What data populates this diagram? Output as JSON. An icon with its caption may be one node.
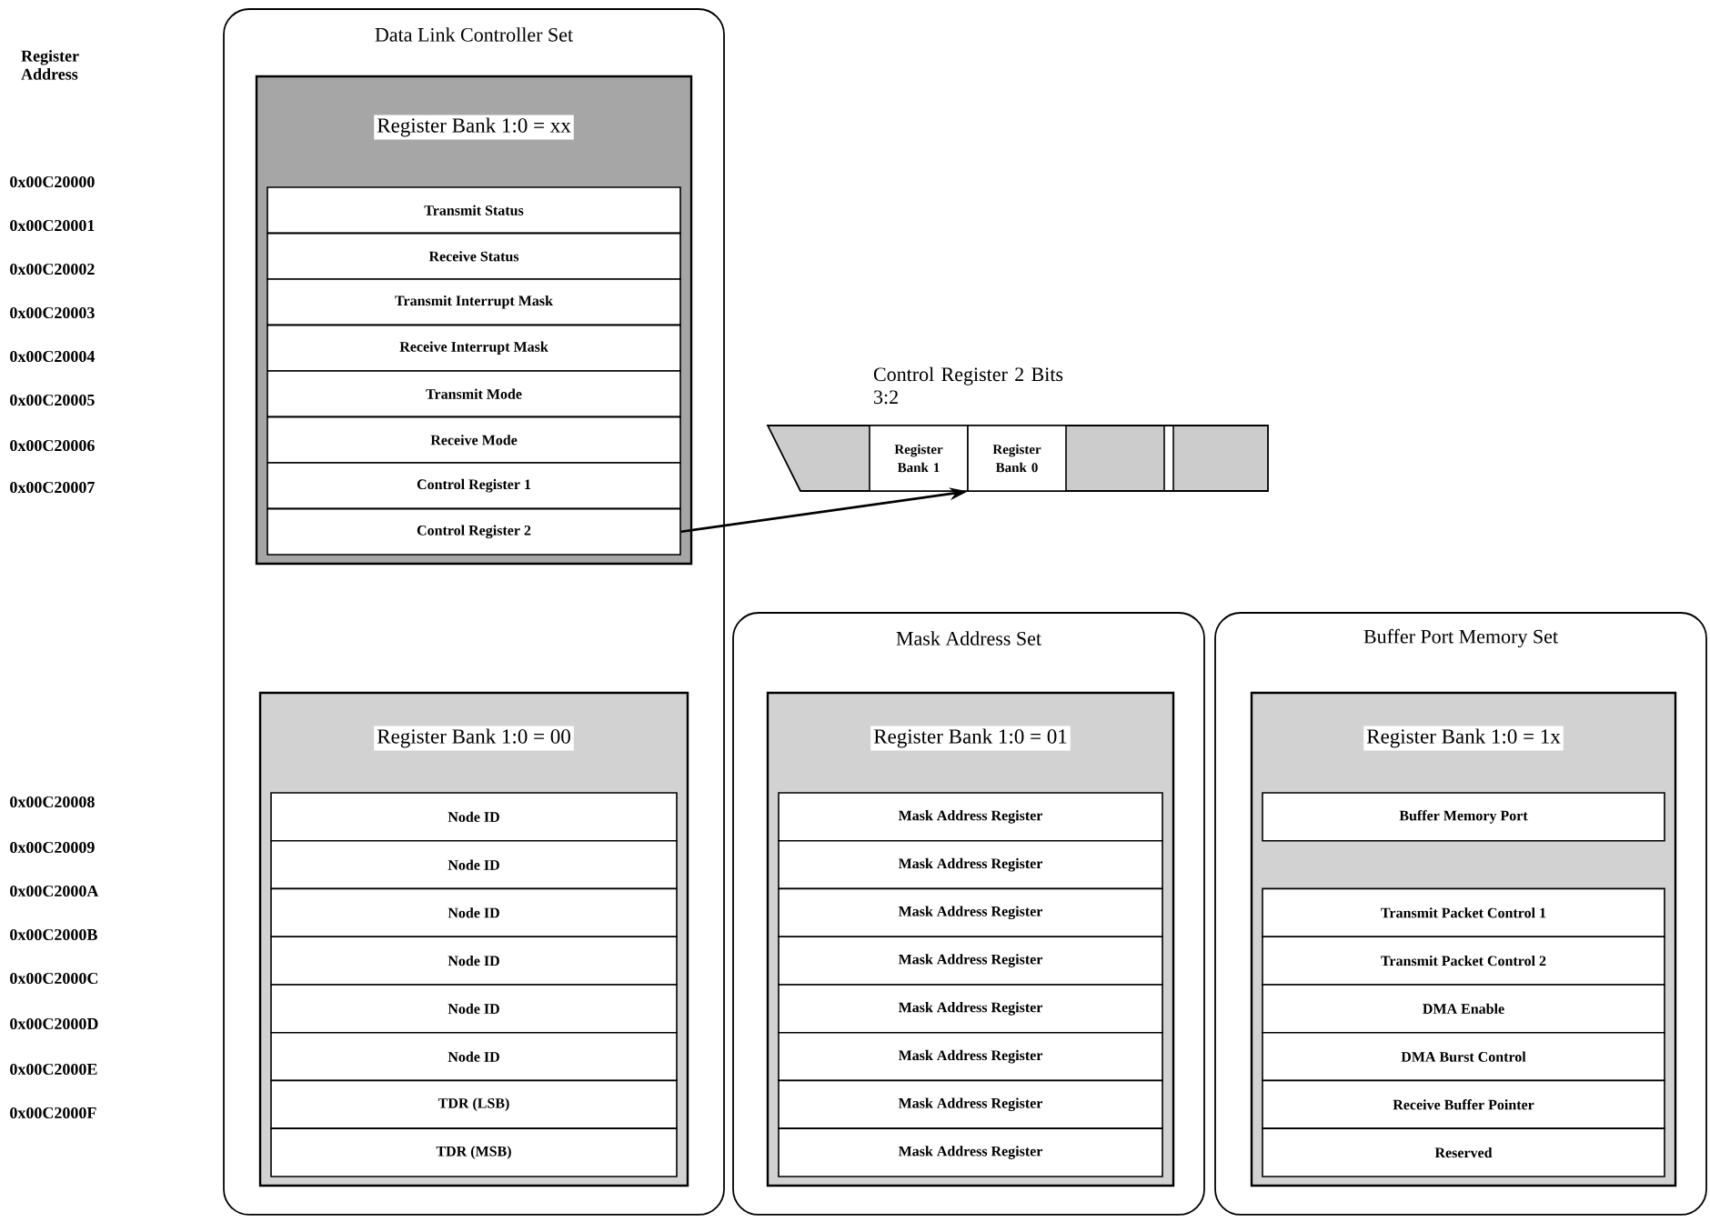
{
  "diagram": {
    "nodes": [
      {
        "text": [
          "Data Link Controller Set"
        ]
      },
      {
        "text": [
          "Register Bank 1:0 = xx"
        ],
        "in": 0
      },
      {
        "text": [
          "Transmit Status"
        ],
        "in": 1
      },
      {
        "text": [
          "Receive Status"
        ],
        "in": 1
      },
      {
        "text": [
          "Transmit Interrupt Mask"
        ],
        "in": 1
      },
      {
        "text": [
          "Receive Interrupt Mask"
        ],
        "in": 1
      },
      {
        "text": [
          "Transmit Mode"
        ],
        "in": 1
      },
      {
        "text": [
          "Receive Mode"
        ],
        "in": 1
      },
      {
        "text": [
          "Control Register 1"
        ],
        "in": 1
      },
      {
        "text": [
          "Control Register 2"
        ],
        "in": 1
      },
      {
        "text": [
          "Register Bank 1:0 = 00"
        ],
        "in": 0
      },
      {
        "text": [
          "Node ID"
        ],
        "in": 10
      },
      {
        "text": [
          "Node ID"
        ],
        "in": 10
      },
      {
        "text": [
          "Node ID"
        ],
        "in": 10
      },
      {
        "text": [
          "Node ID"
        ],
        "in": 10
      },
      {
        "text": [
          "Node ID"
        ],
        "in": 10
      },
      {
        "text": [
          "Node ID"
        ],
        "in": 10
      },
      {
        "text": [
          "TDR (LSB)"
        ],
        "in": 10
      },
      {
        "text": [
          "TDR (MSB)"
        ],
        "in": 10
      },
      {
        "text": [
          "Mask Address Set"
        ]
      },
      {
        "text": [
          "Register Bank 1:0 = 01"
        ],
        "in": 19
      },
      {
        "text": [
          "Mask Address Register"
        ],
        "in": 20
      },
      {
        "text": [
          "Mask Address Register"
        ],
        "in": 20
      },
      {
        "text": [
          "Mask Address Register"
        ],
        "in": 20
      },
      {
        "text": [
          "Mask Address Register"
        ],
        "in": 20
      },
      {
        "text": [
          "Mask Address Register"
        ],
        "in": 20
      },
      {
        "text": [
          "Mask Address Register"
        ],
        "in": 20
      },
      {
        "text": [
          "Mask Address Register"
        ],
        "in": 20
      },
      {
        "text": [
          "Mask Address Register"
        ],
        "in": 20
      },
      {
        "text": [
          "Buffer Port Memory Set"
        ]
      },
      {
        "text": [
          "Register Bank 1:0 = 1x"
        ],
        "in": 29
      },
      {
        "text": [
          "Buffer Memory Port"
        ],
        "in": 30
      },
      {
        "text": [
          "Transmit Packet Control 1"
        ],
        "in": 30
      },
      {
        "text": [
          "Transmit Packet Control 2"
        ],
        "in": 30
      },
      {
        "text": [
          "DMA Enable"
        ],
        "in": 30
      },
      {
        "text": [
          "DMA Burst Control"
        ],
        "in": 30
      },
      {
        "text": [
          "Receive Buffer Pointer"
        ],
        "in": 30
      },
      {
        "text": [
          "Reserved"
        ],
        "in": 30
      },
      {
        "text": [
          "Control Register 2 Bits 3:2"
        ]
      },
      {
        "text": [
          "Register Bank 1"
        ],
        "in": 38
      },
      {
        "text": [
          "Register Bank 0"
        ],
        "in": 38
      }
    ],
    "edges": [
      {
        "from": 9,
        "to": 38,
        "arrow": "to"
      }
    ],
    "labels": [
      "Register Address",
      "0x00C20000",
      "0x00C20001",
      "0x00C20002",
      "0x00C20003",
      "0x00C20004",
      "0x00C20005",
      "0x00C20006",
      "0x00C20007",
      "0x00C20008",
      "0x00C20009",
      "0x00C2000A",
      "0x00C2000B",
      "0x00C2000C",
      "0x00C2000D",
      "0x00C2000E",
      "0x00C2000F"
    ]
  }
}
